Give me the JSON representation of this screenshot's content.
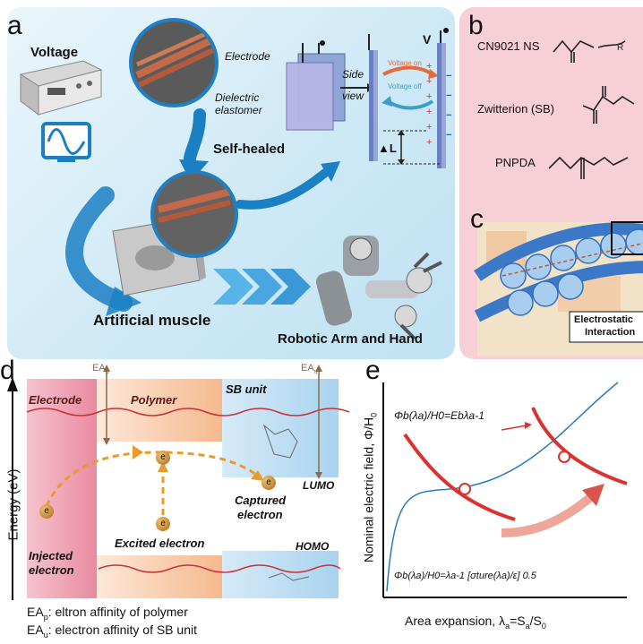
{
  "panel_a": {
    "label": "a",
    "voltage": "Voltage",
    "electrode": "Electrode",
    "dielectric_line1": "Dielectric",
    "dielectric_line2": "elastomer",
    "side_view_line1": "Side",
    "side_view_line2": "view",
    "voltage_on": "Voltage on",
    "voltage_off": "Voltage off",
    "v_label": "V",
    "delta_l": "▲L",
    "self_healed": "Self-healed",
    "artificial_muscle": "Artificial muscle",
    "robotic_arm": "Robotic Arm and Hand",
    "plus_signs": [
      "+",
      "+",
      "+",
      "+",
      "+",
      "+"
    ],
    "minus_signs": [
      "−",
      "−",
      "−",
      "−"
    ]
  },
  "panel_b": {
    "label": "b",
    "rows": [
      {
        "name": "CN9021 NS",
        "fragment": "R"
      },
      {
        "name": "Zwitterion (SB)"
      },
      {
        "name": "PNPDA"
      }
    ]
  },
  "panel_c": {
    "label": "c",
    "callout_line1": "Electrostatic",
    "callout_line2": "Interaction"
  },
  "panel_d": {
    "label": "d",
    "y_axis": "Energy (eV)",
    "ea_p": "EA",
    "ea_p_sub": "p",
    "ea_u": "EA",
    "ea_u_sub": "u",
    "electrode": "Electrode",
    "polymer": "Polymer",
    "sb_unit": "SB unit",
    "lumo": "LUMO",
    "homo": "HOMO",
    "captured_line1": "Captured",
    "captured_line2": "electron",
    "excited": "Excited electron",
    "injected_line1": "Injected",
    "injected_line2": "electron",
    "electron_symbol": "e",
    "legend_p_prefix": "EA",
    "legend_p_sub": "p",
    "legend_p_text": ": eltron affinity of polymer",
    "legend_u_prefix": "EA",
    "legend_u_sub": "u",
    "legend_u_text": ": electron affinity of SB unit"
  },
  "panel_e": {
    "label": "e",
    "y_axis": "Nominal electric field, Φ/H",
    "y_axis_sub": "0",
    "x_axis_prefix": "Area expansion, λ",
    "x_axis_sub": "a",
    "x_axis_mid": "=S",
    "x_axis_sub2": "a",
    "x_axis_end": "/S",
    "x_axis_sub3": "0",
    "eq_top": "Φb(λa)/H0=Ebλa-1",
    "eq_bottom": "Φb(λa)/H0=λa-1 [σture(λa)/ε] 0.5"
  },
  "colors": {
    "blue_accent": "#1e7fc2",
    "red_curve": "#d9322f",
    "orange_dash": "#e89a2b",
    "pink_bg": "#f6cfd7",
    "electron": "#d4892a"
  }
}
